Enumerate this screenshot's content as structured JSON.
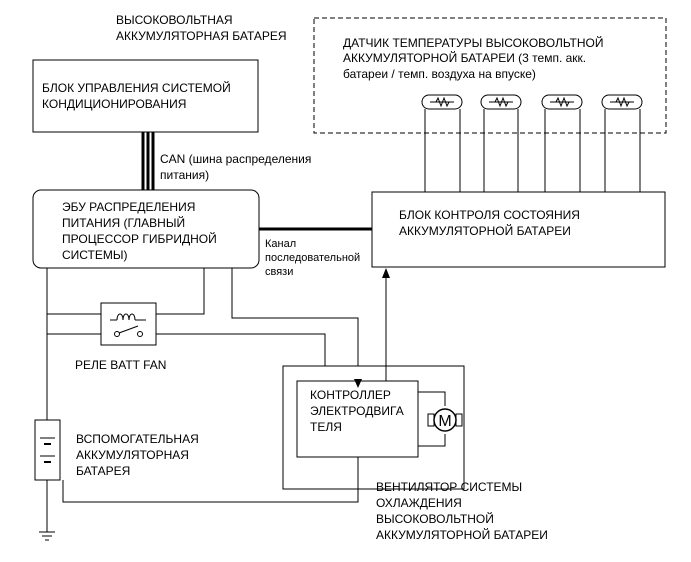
{
  "labels": {
    "hv_battery": [
      "ВЫСОКОВОЛЬТНАЯ",
      "АККУМУЛЯТОРНАЯ БАТАРЕЯ"
    ],
    "ac_control_unit": [
      "БЛОК УПРАВЛЕНИЯ СИСТЕМОЙ",
      "КОНДИЦИОНИРОВАНИЯ"
    ],
    "temp_sensor": [
      "ДАТЧИК ТЕМПЕРАТУРЫ ВЫСОКОВОЛЬТНОЙ",
      "АККУМУЛЯТОРНОЙ БАТАРЕИ (3 темп. акк.",
      "батареи / темп. воздуха на впуске)"
    ],
    "can_bus": [
      "CAN (шина распределения",
      "питания)"
    ],
    "power_ecu": [
      "ЭБУ РАСПРЕДЕЛЕНИЯ",
      "ПИТАНИЯ (ГЛАВНЫЙ",
      "ПРОЦЕССОР ГИБРИДНОЙ",
      "СИСТЕМЫ)"
    ],
    "battery_monitor": [
      "БЛОК КОНТРОЛЯ СОСТОЯНИЯ",
      "АККУМУЛЯТОРНОЙ БАТАРЕИ"
    ],
    "serial_link": [
      "Канал",
      "последовательной",
      "связи"
    ],
    "relay": "РЕЛЕ BATT FAN",
    "motor_controller": [
      "КОНТРОЛЛЕР",
      "ЭЛЕКТРОДВИГА",
      "ТЕЛЯ"
    ],
    "motor_symbol": "M",
    "aux_battery": [
      "ВСПОМОГАТЕЛЬНАЯ",
      "АККУМУЛЯТОРНАЯ",
      "БАТАРЕЯ"
    ],
    "cooling_fan": [
      "ВЕНТИЛЯТОР СИСТЕМЫ",
      "ОХЛАЖДЕНИЯ",
      "ВЫСОКОВОЛЬТНОЙ",
      "АККУМУЛЯТОРНОЙ БАТАРЕИ"
    ]
  }
}
